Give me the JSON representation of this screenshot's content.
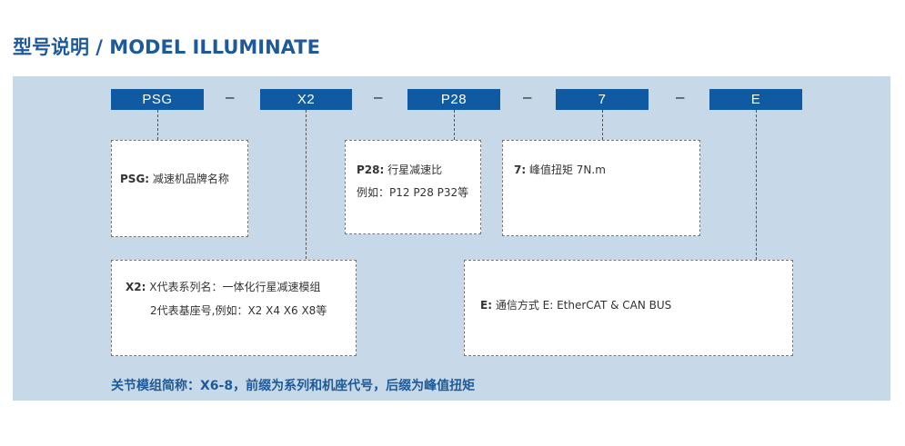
{
  "title": "型号说明 / MODEL ILLUMINATE",
  "codes": [
    "PSG",
    "X2",
    "P28",
    "7",
    "E"
  ],
  "dash": "–",
  "boxes": {
    "psg": {
      "label": "PSG:",
      "text": "减速机品牌名称"
    },
    "p28": {
      "label": "P28:",
      "text": "行星减速比",
      "line2": "例如：P12 P28 P32等"
    },
    "torque": {
      "label": "7:",
      "text": "峰值扭矩 7N.m"
    },
    "x2": {
      "label": "X2:",
      "text": "X代表系列名：一体化行星减速模组",
      "line2": "2代表基座号,例如：X2  X4  X6  X8等"
    },
    "e": {
      "label": "E:",
      "text": "通信方式 E: EtherCAT & CAN BUS"
    }
  },
  "footer": "关节模组简称：X6-8，前缀为系列和机座代号，后缀为峰值扭矩",
  "colors": {
    "accent": "#0f5aa0",
    "panel": "#c7d9e8",
    "title": "#1e5a99"
  }
}
